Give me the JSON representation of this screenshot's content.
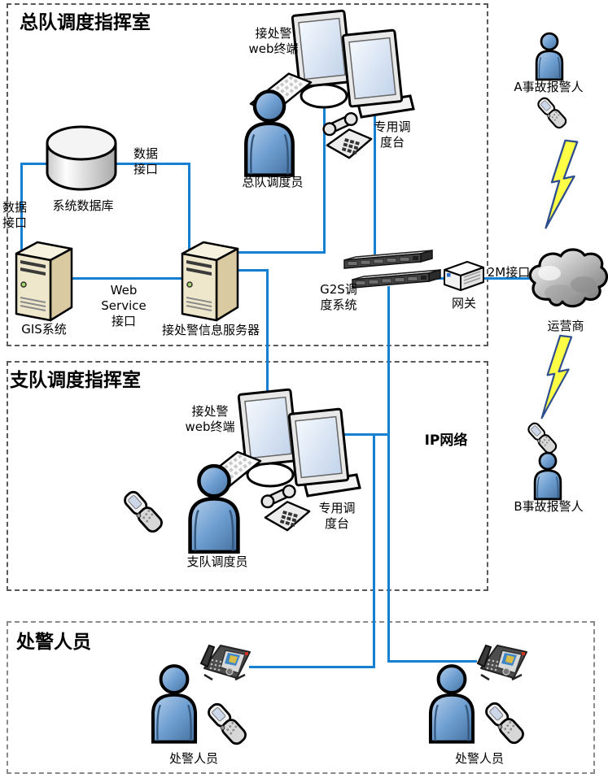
{
  "colors": {
    "connector": "#1580d2",
    "person_fill": "#6f9fd2",
    "bolt_fill": "#ffff45"
  },
  "sections": {
    "corps": {
      "title": "总队调度指挥室"
    },
    "detachment": {
      "title": "支队调度指挥室"
    },
    "responders": {
      "title": "处警人员"
    }
  },
  "nodes": {
    "database": {
      "label": "系统数据库"
    },
    "data_interface_left": {
      "label": "数据\n接口"
    },
    "data_interface_right": {
      "label": "数据\n接口"
    },
    "gis_system": {
      "label": "GIS系统"
    },
    "web_service": {
      "label": "Web\nService\n接口"
    },
    "info_server": {
      "label": "接处警信息服务器"
    },
    "web_terminal_corps": {
      "label": "接处警\nweb终端"
    },
    "dispatcher_corps": {
      "label": "总队调度员"
    },
    "console_corps": {
      "label": "专用调\n度台"
    },
    "g2s_system": {
      "label": "G2S调\n度系统"
    },
    "gateway": {
      "label": "网关"
    },
    "link_2m": {
      "label": "2M接口"
    },
    "carrier": {
      "label": "运营商"
    },
    "caller_a": {
      "label": "A事故报警人"
    },
    "caller_b": {
      "label": "B事故报警人"
    },
    "ip_network": {
      "label": "IP网络"
    },
    "web_terminal_det": {
      "label": "接处警\nweb终端"
    },
    "dispatcher_det": {
      "label": "支队调度员"
    },
    "console_det": {
      "label": "专用调\n度台"
    },
    "responder_left": {
      "label": "处警人员"
    },
    "responder_right": {
      "label": "处警人员"
    }
  }
}
